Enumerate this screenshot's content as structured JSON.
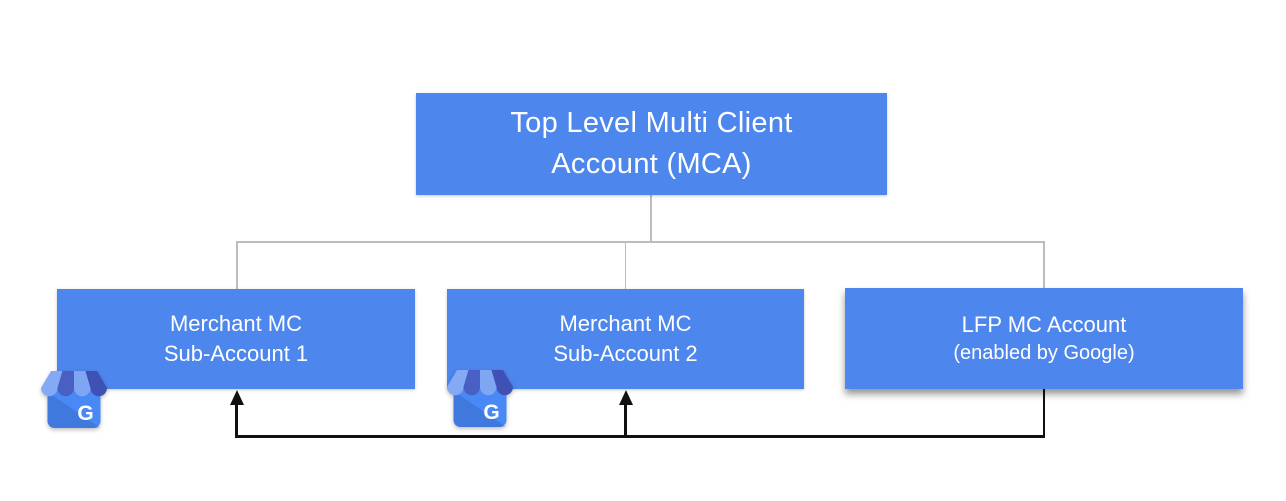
{
  "diagram": {
    "nodes": {
      "mca": {
        "line1": "Top Level Multi Client",
        "line2": "Account (MCA)"
      },
      "sub1": {
        "line1": "Merchant MC",
        "line2": "Sub-Account 1"
      },
      "sub2": {
        "line1": "Merchant MC",
        "line2": "Sub-Account 2"
      },
      "lfp": {
        "line1": "LFP MC Account",
        "line2": "(enabled by Google)"
      }
    },
    "colors": {
      "node_fill": "#4D86EC",
      "node_text": "#FFFFFF",
      "hierarchy_line": "#BDBDBD",
      "feed_line": "#111111"
    },
    "icon": {
      "name": "google-business-profile-storefront",
      "g_letter": "G",
      "colors": {
        "body": "#4989F5",
        "fold": "rgba(0,10,60,0.12)",
        "stripe1": "#85AAF5",
        "stripe2": "#4A5FC4",
        "stripe3": "#7FA6F2",
        "stripe4": "#3F51B5",
        "letter": "#FFFFFF"
      }
    }
  }
}
